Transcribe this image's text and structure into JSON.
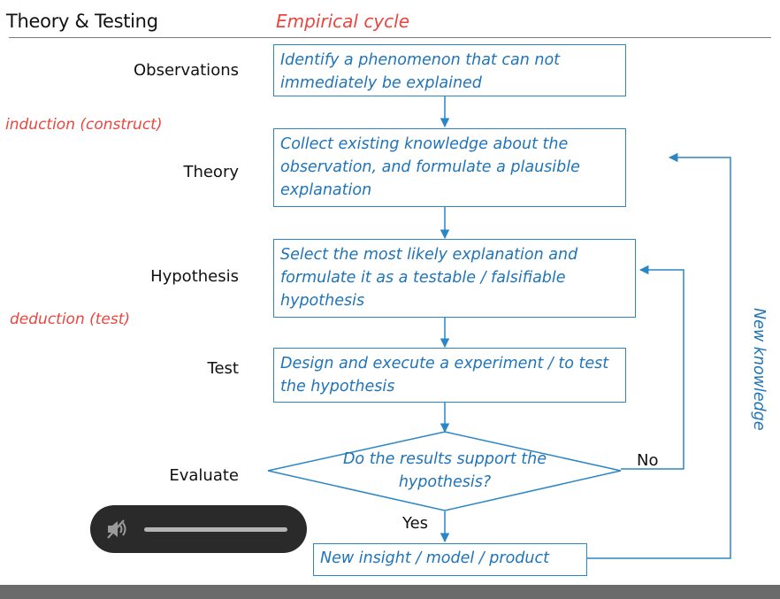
{
  "header": {
    "title": "Theory & Testing",
    "subtitle": "Empirical cycle"
  },
  "steps": {
    "observations": "Observations",
    "theory": "Theory",
    "hypothesis": "Hypothesis",
    "test": "Test",
    "evaluate": "Evaluate"
  },
  "side_notes": {
    "induction": "induction (construct)",
    "deduction": "deduction (test)"
  },
  "boxes": {
    "observation_line1": "Identify a phenomenon that can not",
    "observation_line2": "immediately be explained",
    "theory_line1": "Collect existing knowledge about the",
    "theory_line2": "observation, and formulate a plausible",
    "theory_line3": "explanation",
    "hypothesis_line1": "Select the most likely explanation and",
    "hypothesis_line2": "formulate it as a testable / falsifiable",
    "hypothesis_line3": "hypothesis",
    "test_line1": "Design and execute a experiment / to test",
    "test_line2": "the hypothesis",
    "evaluate_line1": "Do the results support the",
    "evaluate_line2": "hypothesis?",
    "insight": "New insight / model / product"
  },
  "flow_labels": {
    "yes": "Yes",
    "no": "No",
    "new_knowledge": "New knowledge"
  },
  "media": {
    "icon": "muted-speaker-icon",
    "volume_level": 0
  },
  "colors": {
    "accent_blue": "#2a86c4",
    "text_blue": "#1f74b8",
    "accent_red": "#e8463f",
    "media_bg": "#2a2a2a",
    "bottom_bar": "#6b6b6b"
  }
}
